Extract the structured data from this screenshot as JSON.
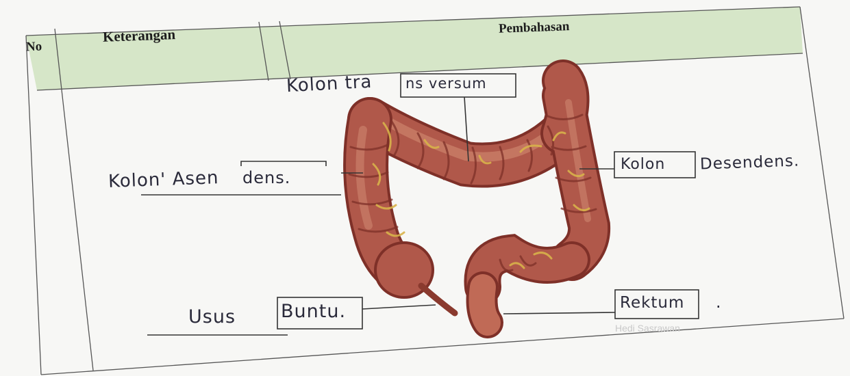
{
  "table": {
    "headers": {
      "no": "No",
      "keterangan": "Keterangan",
      "pembahasan": "Pembahasan"
    },
    "header_color": "#d6e6c8",
    "line_color": "#555555"
  },
  "labels": {
    "transversum_prefix": "Kolon tra",
    "transversum_box": "ns versum",
    "asendens_prefix": "Kolon' Asen",
    "asendens_box": "dens.",
    "desendens_box": "Kolon",
    "desendens_suffix": "Desendens.",
    "usus_prefix": "Usus",
    "usus_box": "Buntu.",
    "rektum_box": "Rektum",
    "rektum_suffix": "."
  },
  "watermark": "Hedi Sasrawan",
  "colors": {
    "organ": "#b0584a",
    "organ_light": "#d28a72",
    "organ_dark": "#7e3028",
    "vessel": "#d8b24a",
    "ink": "#2a2a3a"
  }
}
